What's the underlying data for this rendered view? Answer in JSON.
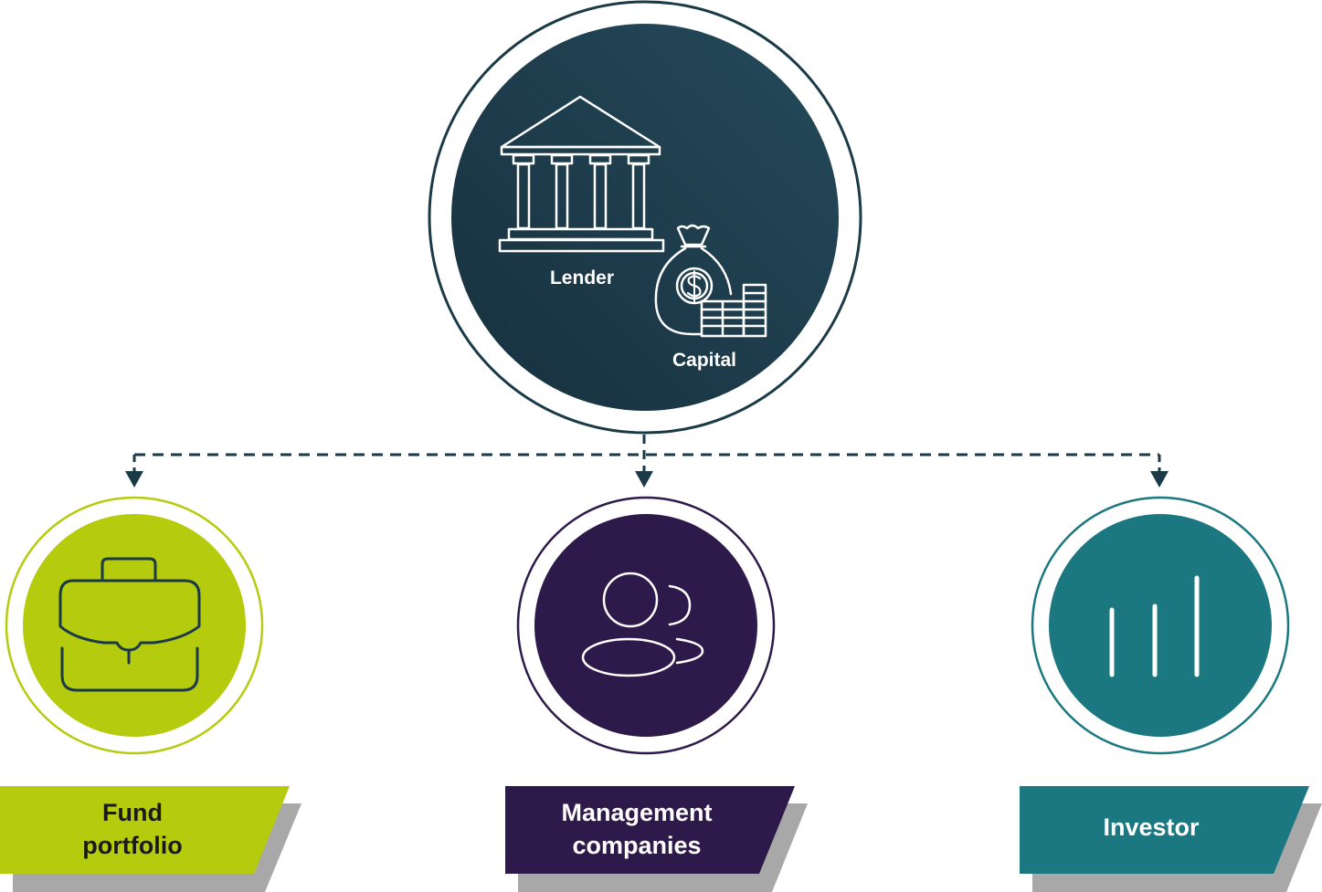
{
  "lender": {
    "label": "Lender",
    "capital_label": "Capital",
    "color": "#1b3a48",
    "icon": "bank-icon",
    "capital_icon": "money-bag-icon"
  },
  "children": [
    {
      "id": "fund-portfolio",
      "label_line1": "Fund",
      "label_line2": "portfolio",
      "color": "#b5cb0e",
      "text_color": "#1a1a1a",
      "icon": "briefcase-icon"
    },
    {
      "id": "management-companies",
      "label_line1": "Management",
      "label_line2": "companies",
      "color": "#2e1a4a",
      "text_color": "#ffffff",
      "icon": "users-icon"
    },
    {
      "id": "investor",
      "label_line1": "Investor",
      "label_line2": "",
      "color": "#1c7880",
      "text_color": "#ffffff",
      "icon": "bar-chart-icon"
    }
  ]
}
